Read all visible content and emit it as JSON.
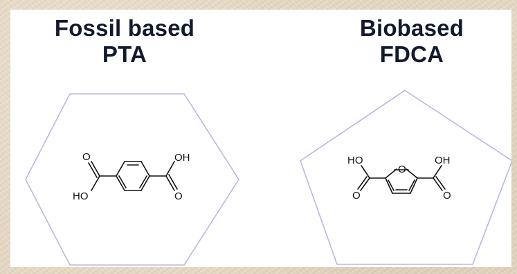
{
  "left": {
    "title_line1": "Fossil based",
    "title_line2": "PTA",
    "atoms": {
      "o_top": "O",
      "oh_right": "OH",
      "ho_left": "HO",
      "o_bottom": "O"
    }
  },
  "right": {
    "title_line1": "Biobased",
    "title_line2": "FDCA",
    "atoms": {
      "ho_left": "HO",
      "oh_right": "OH",
      "ring_o": "O",
      "o_left": "O",
      "o_right": "O"
    }
  },
  "colors": {
    "outline": "#b6b9e2",
    "title": "#111a2e",
    "bond": "#111111",
    "background": "#e7dbc6"
  }
}
